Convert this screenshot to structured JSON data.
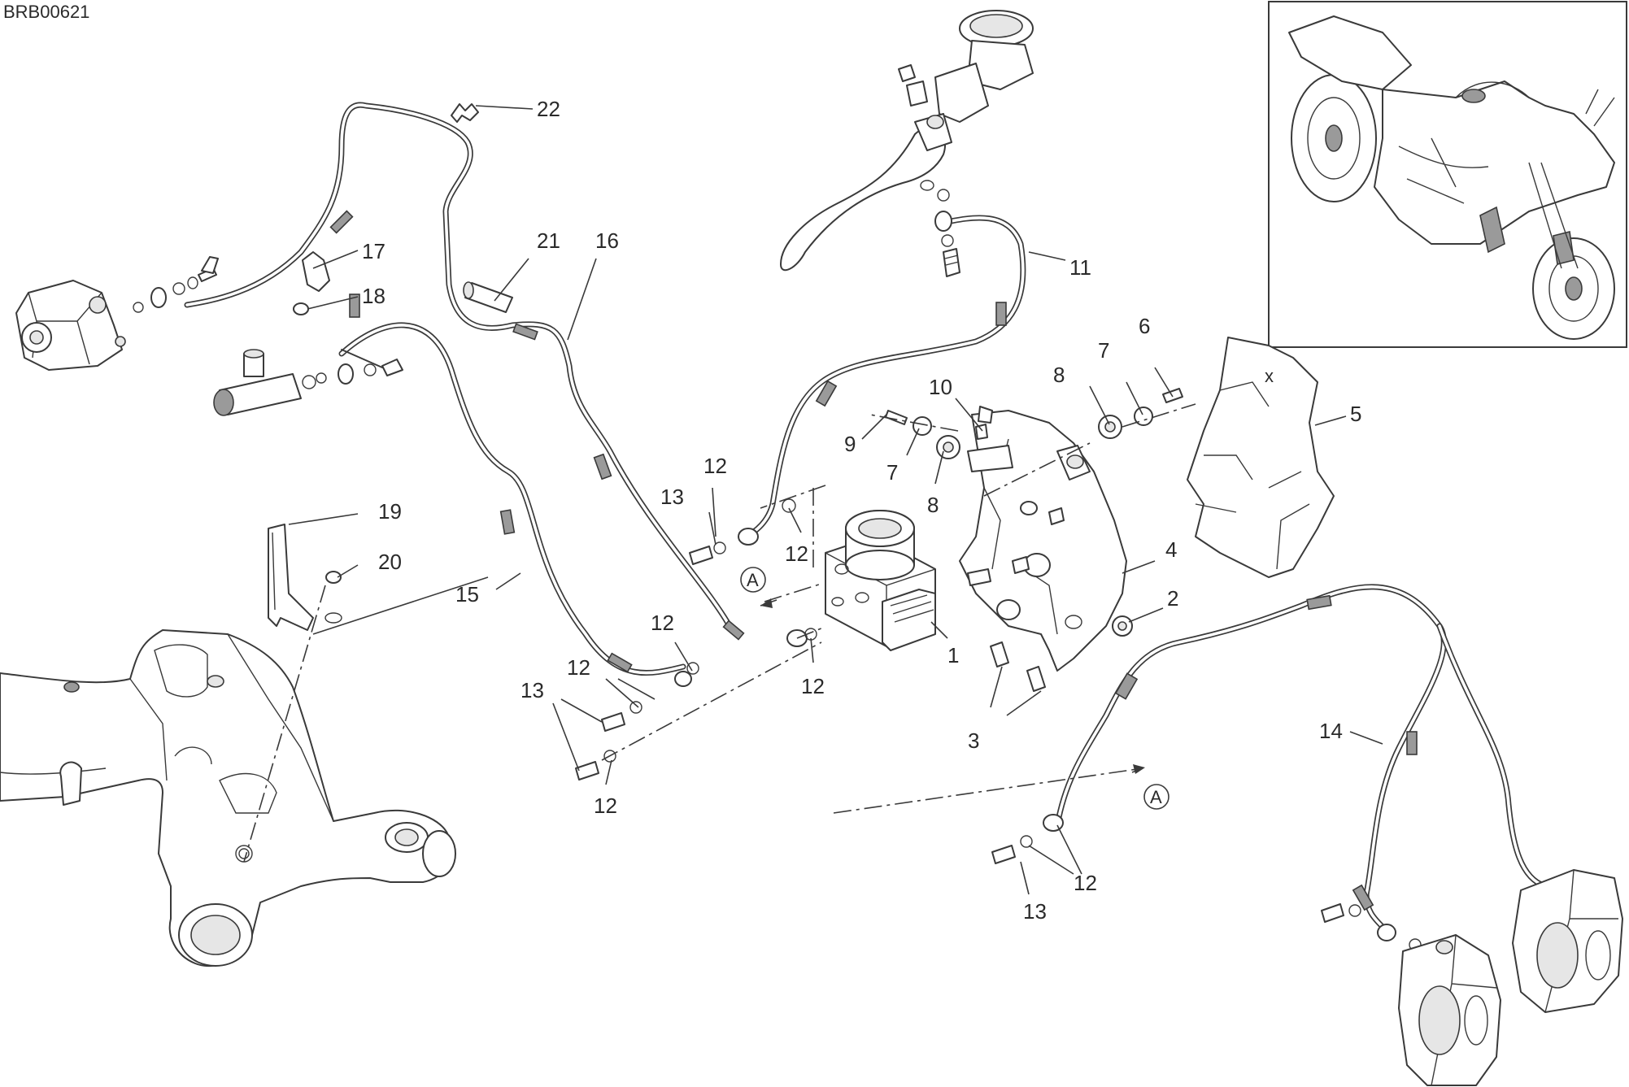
{
  "drawing_code": "BRB00621",
  "reference_marker": "A",
  "labels": {
    "n1": "1",
    "n2": "2",
    "n3": "3",
    "n4": "4",
    "n5": "5",
    "n6": "6",
    "n7": "7",
    "n8": "8",
    "n9": "9",
    "n10": "10",
    "n11": "11",
    "n12": "12",
    "n13": "13",
    "n14": "14",
    "n15": "15",
    "n16": "16",
    "n17": "17",
    "n18": "18",
    "n19": "19",
    "n20": "20",
    "n21": "21",
    "n22": "22"
  }
}
